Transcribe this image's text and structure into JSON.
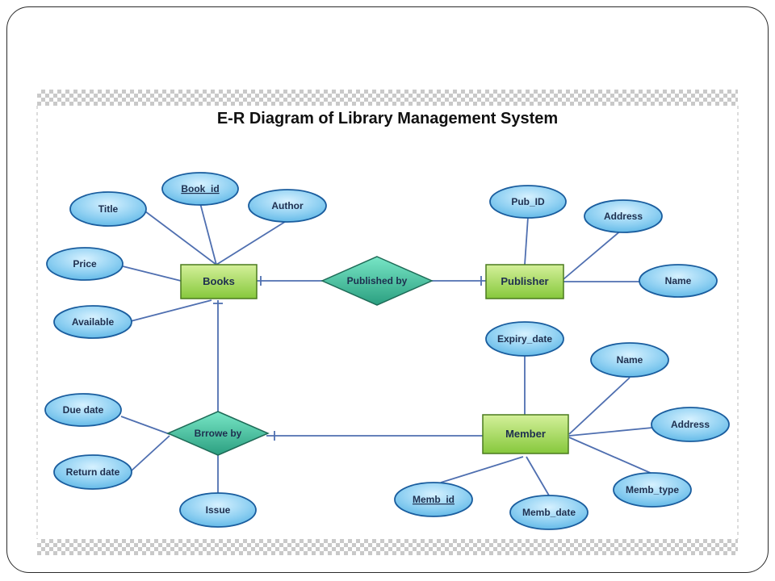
{
  "title": "E-R Diagram of Library Management System",
  "colors": {
    "entity_fill_top": "#c9ec8a",
    "entity_fill_bottom": "#7fc334",
    "entity_stroke": "#4a7a1e",
    "relation_fill_top": "#6fe0c0",
    "relation_fill_bottom": "#2ea383",
    "relation_stroke": "#1e6b57",
    "attribute_fill": "#8fd3f5",
    "attribute_stroke": "#1a5d9e",
    "line": "#4f6fb0",
    "text": "#1e2f4f"
  },
  "entities": {
    "books": "Books",
    "publisher": "Publisher",
    "member": "Member"
  },
  "relationships": {
    "published_by": "Published by",
    "borrow_by": "Brrowe by"
  },
  "attributes": {
    "title": "Title",
    "book_id": "Book_id",
    "author": "Author",
    "price": "Price",
    "available": "Available",
    "pub_id": "Pub_ID",
    "publisher_address": "Address",
    "publisher_name": "Name",
    "expiry_date": "Expiry_date",
    "member_name": "Name",
    "member_address": "Address",
    "memb_type": "Memb_type",
    "memb_id": "Memb_id",
    "memb_date": "Memb_date",
    "due_date": "Due date",
    "return_date": "Return date",
    "issue": "Issue"
  }
}
